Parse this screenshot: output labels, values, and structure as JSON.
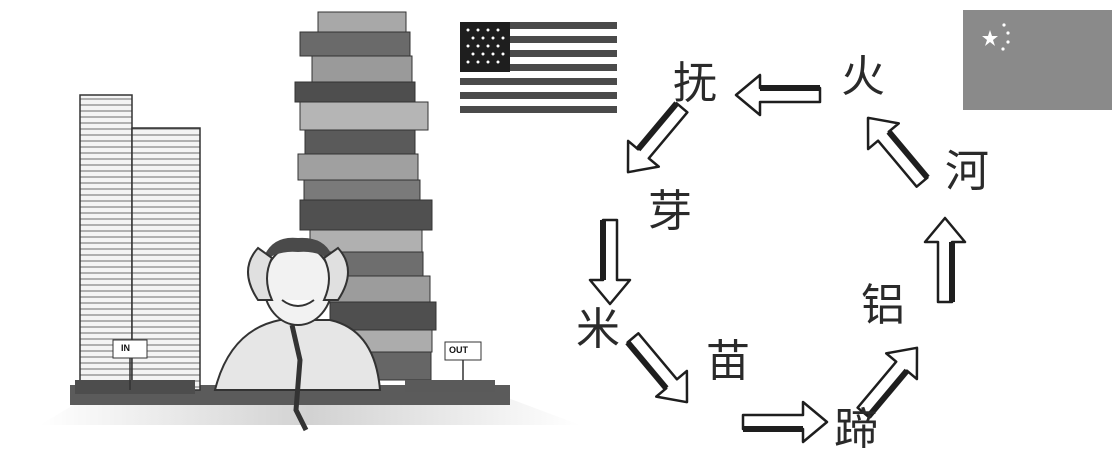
{
  "trays": {
    "in_label": "IN",
    "out_label": "OUT"
  },
  "cycle_characters": [
    "火",
    "河",
    "铝",
    "蹄",
    "苗",
    "米",
    "芽",
    "抚"
  ],
  "flags": [
    "us-flag",
    "china-flag"
  ],
  "colors": {
    "ink": "#2a2a2a",
    "gray": "#8a8a8a",
    "dark": "#3a3a3a"
  }
}
